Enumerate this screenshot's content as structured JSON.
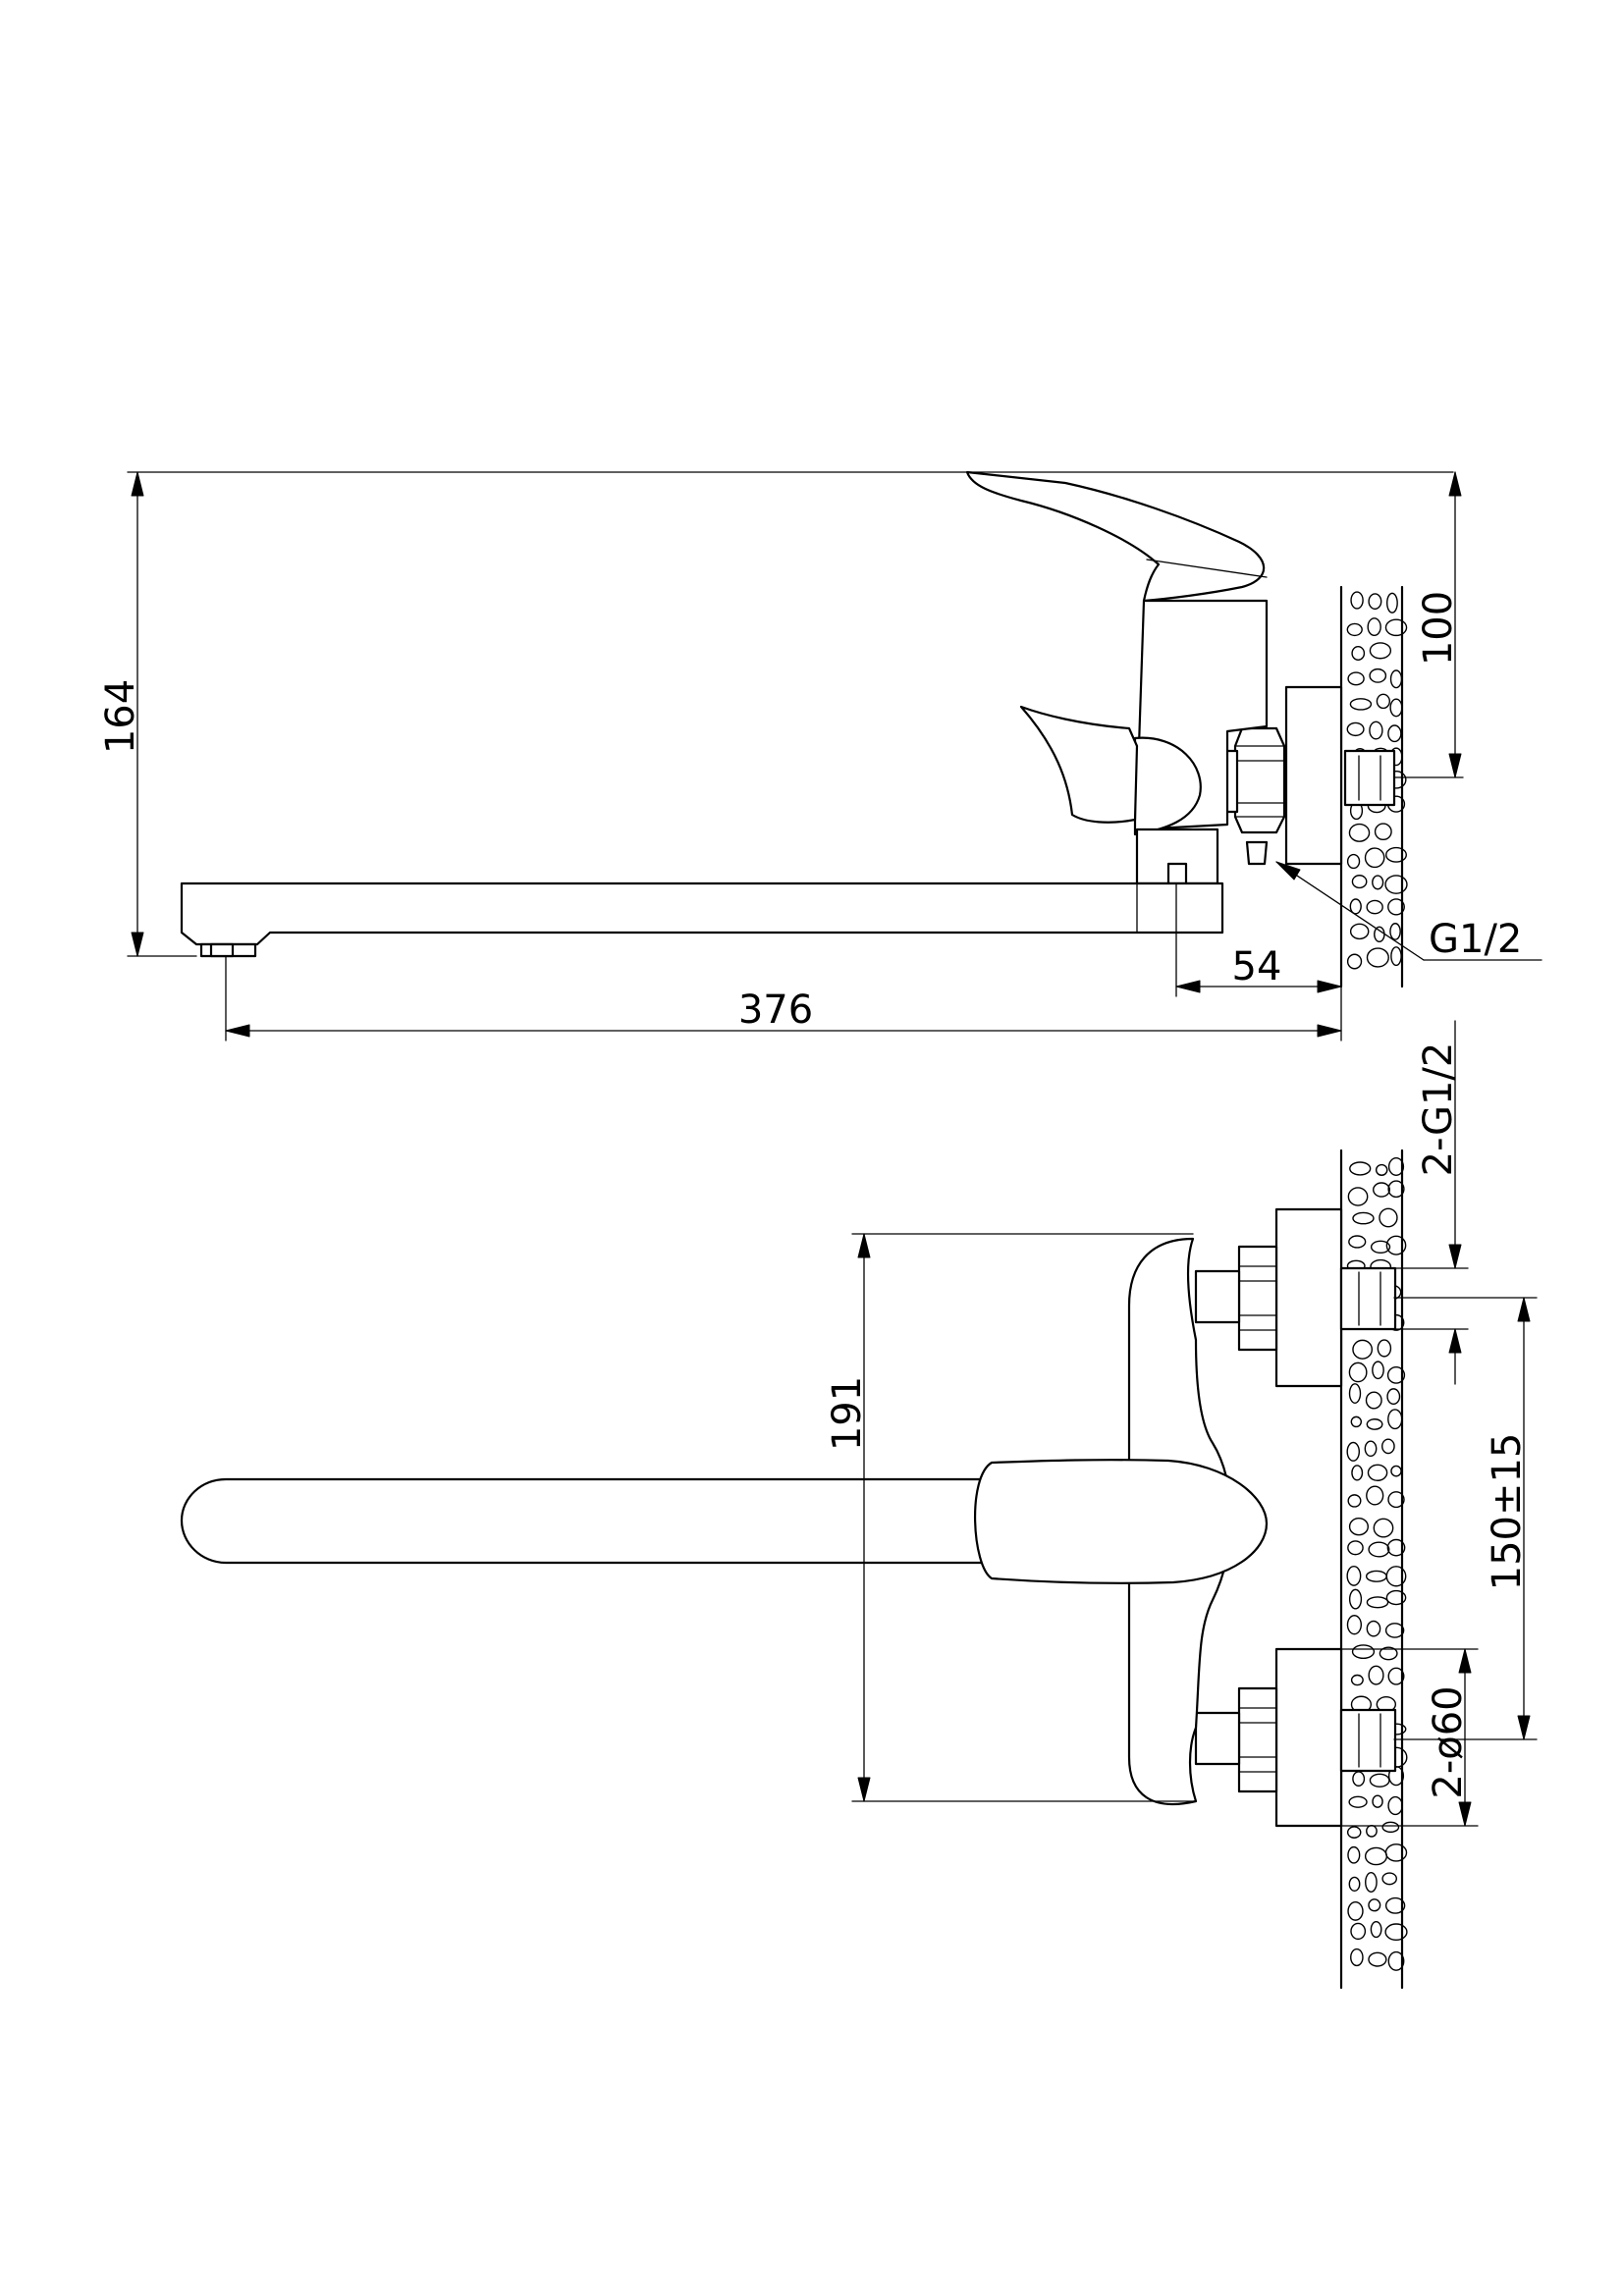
{
  "dimensions": {
    "height_total": "164",
    "valve_offset": "100",
    "spout_length": "376",
    "spout_offset": "54",
    "thread_side": "G1/2",
    "front_height": "191",
    "thread_front": "2-G1/2",
    "centers": "150±15",
    "flange_diameter": "2-ø60"
  }
}
